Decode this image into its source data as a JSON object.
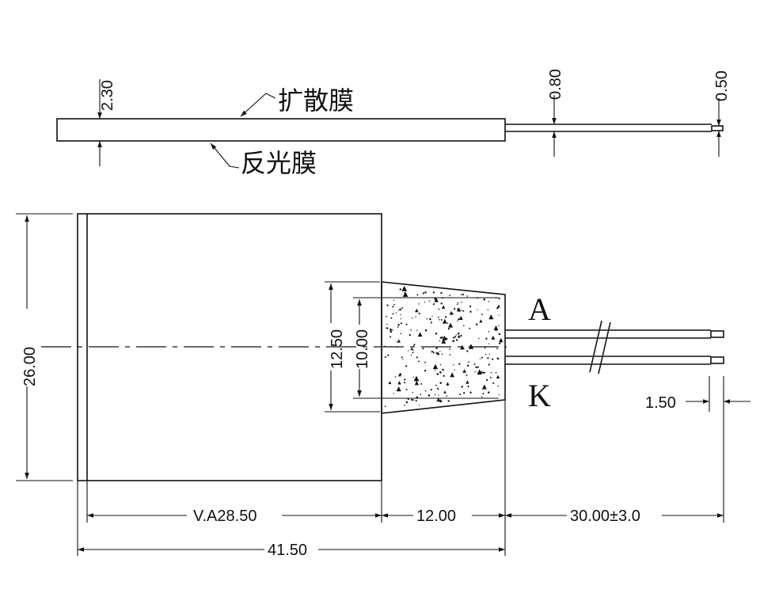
{
  "side_view": {
    "dim_thickness": "2.30",
    "dim_wire": "0.80",
    "dim_tip": "0.50",
    "label_diffuser": "扩散膜",
    "label_reflector": "反光膜"
  },
  "front_view": {
    "dim_height": "26.00",
    "dim_outer": "12.50",
    "dim_inner": "10.00",
    "pin_a": "A",
    "pin_k": "K",
    "dim_strip": "1.50",
    "dim_va": "V.A28.50",
    "dim_base": "12.00",
    "dim_lead": "30.00±3.0",
    "dim_total": "41.50"
  }
}
